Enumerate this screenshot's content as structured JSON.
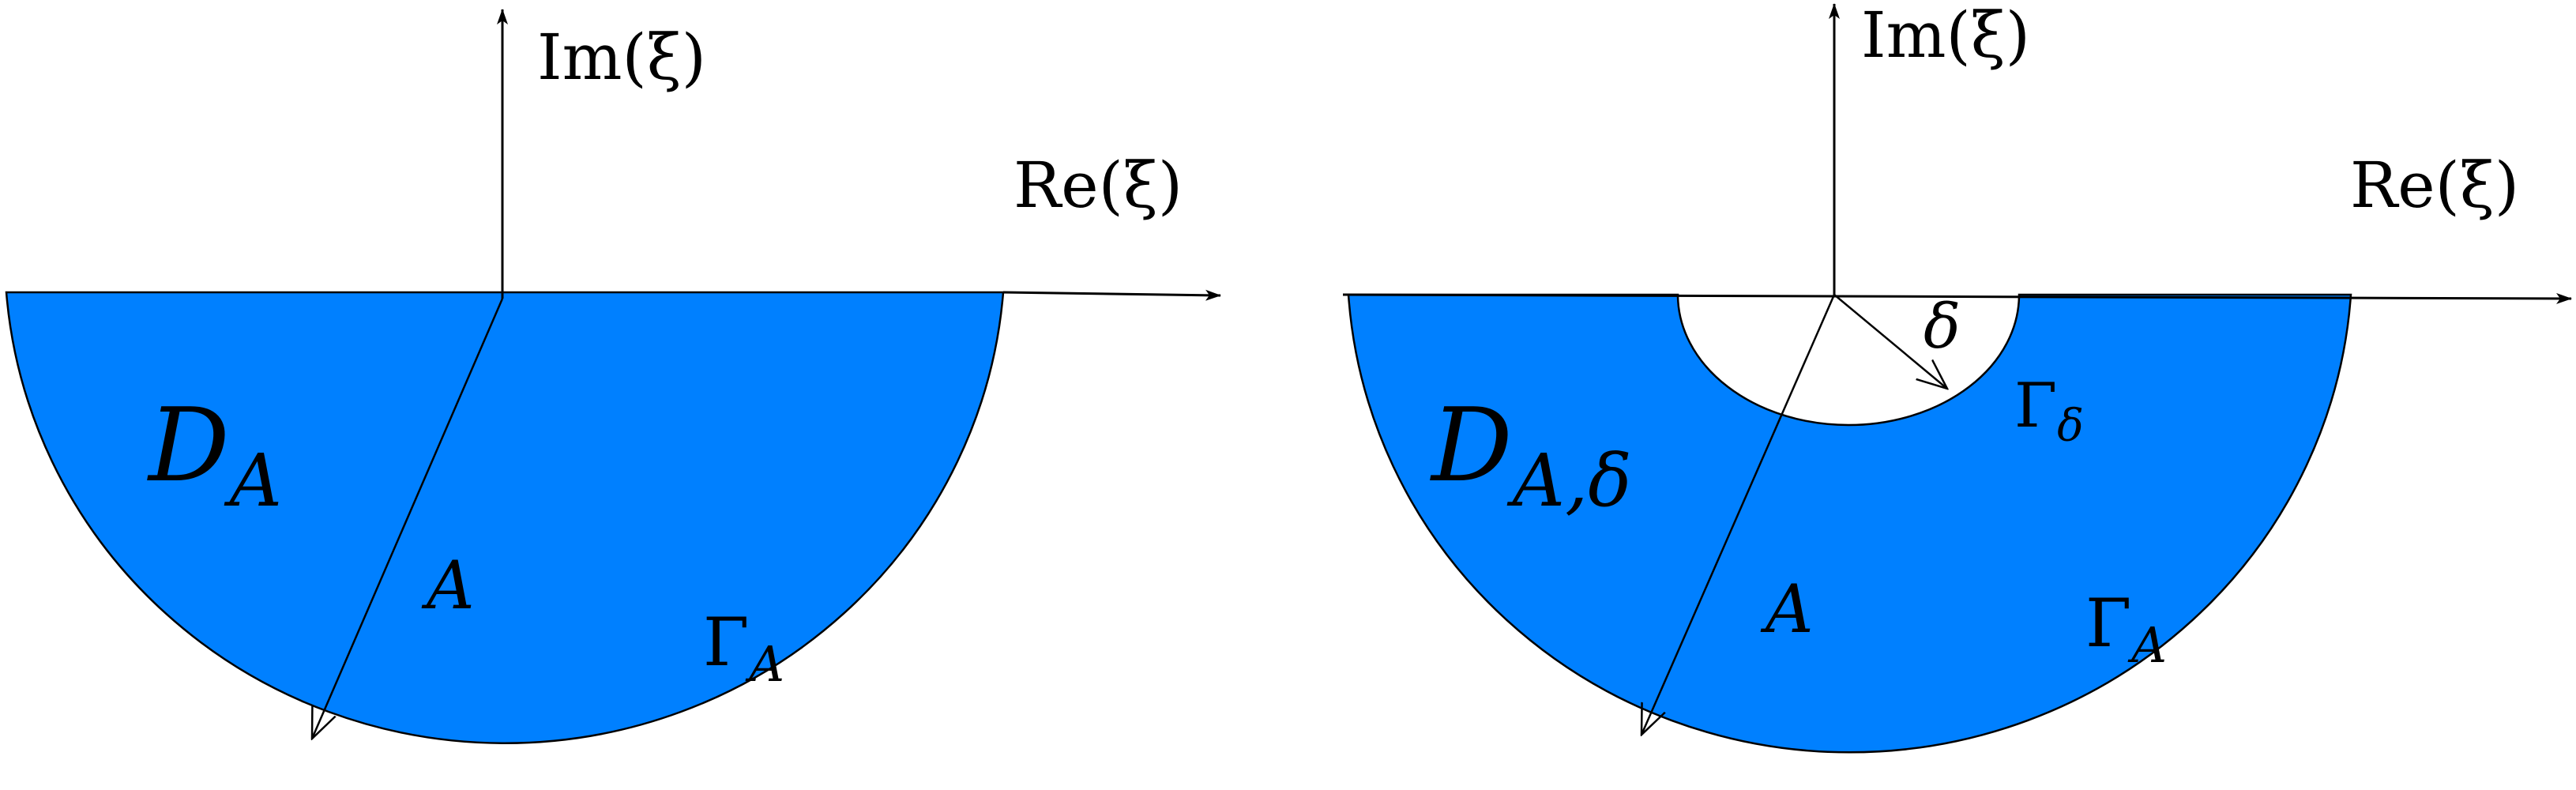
{
  "colors": {
    "region_fill": "#0080ff",
    "stroke": "#000000",
    "background": "#ffffff"
  },
  "left_panel": {
    "im_axis_label": "Im(ξ)",
    "re_axis_label": "Re(ξ)",
    "region_label_main": "D",
    "region_label_sub": "A",
    "radius_label": "A",
    "arc_label_main": "Γ",
    "arc_label_sub": "A"
  },
  "right_panel": {
    "im_axis_label": "Im(ξ)",
    "re_axis_label": "Re(ξ)",
    "region_label_main": "D",
    "region_label_sub": "A,δ",
    "radius_label": "A",
    "small_radius_label": "δ",
    "inner_arc_label_main": "Γ",
    "inner_arc_label_sub": "δ",
    "arc_label_main": "Γ",
    "arc_label_sub": "A"
  }
}
